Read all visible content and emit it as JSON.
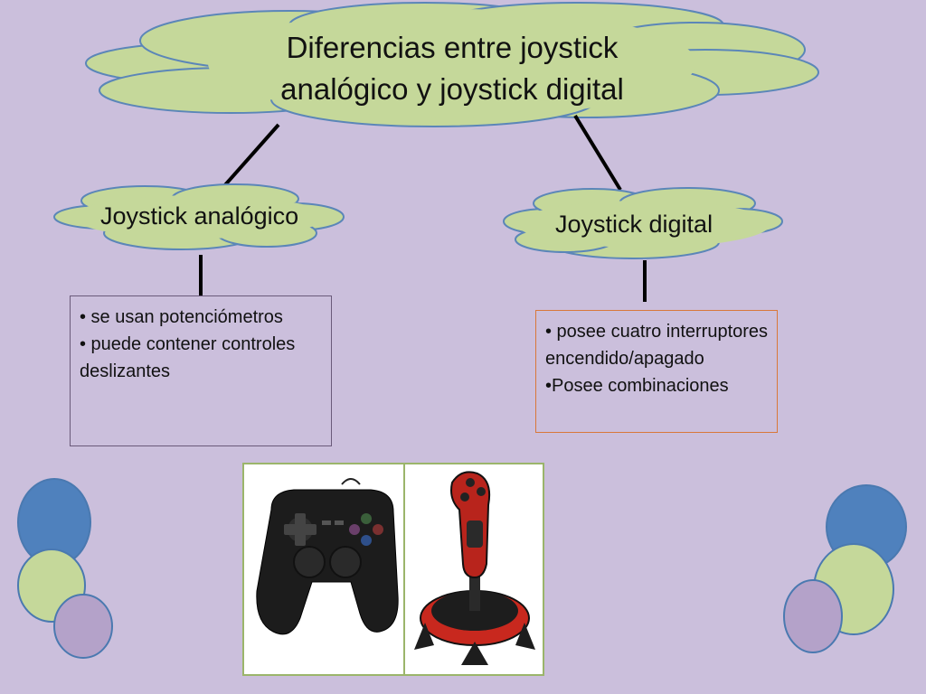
{
  "title": {
    "line1": "Diferencias entre joystick",
    "line2": "analógico y joystick digital"
  },
  "nodes": {
    "analog": {
      "label": "Joystick analógico",
      "items": [
        "• se usan potenciómetros",
        "• puede contener controles deslizantes"
      ]
    },
    "digital": {
      "label": "Joystick digital",
      "items": [
        "• posee cuatro interruptores encendido/apagado",
        "•Posee combinaciones"
      ]
    }
  },
  "images": [
    {
      "name": "gamepad-image",
      "depicts": "black gamepad controller"
    },
    {
      "name": "flight-joystick-image",
      "depicts": "red and black flight stick joystick"
    }
  ],
  "colors": {
    "background": "#cbbfdc",
    "cloud_fill": "#c5d89a",
    "cloud_stroke": "#5b86b8",
    "connector": "#000000",
    "circle_blue": "#4f81bd",
    "circle_green": "#c5d89a",
    "circle_purple": "#b4a2c9"
  }
}
